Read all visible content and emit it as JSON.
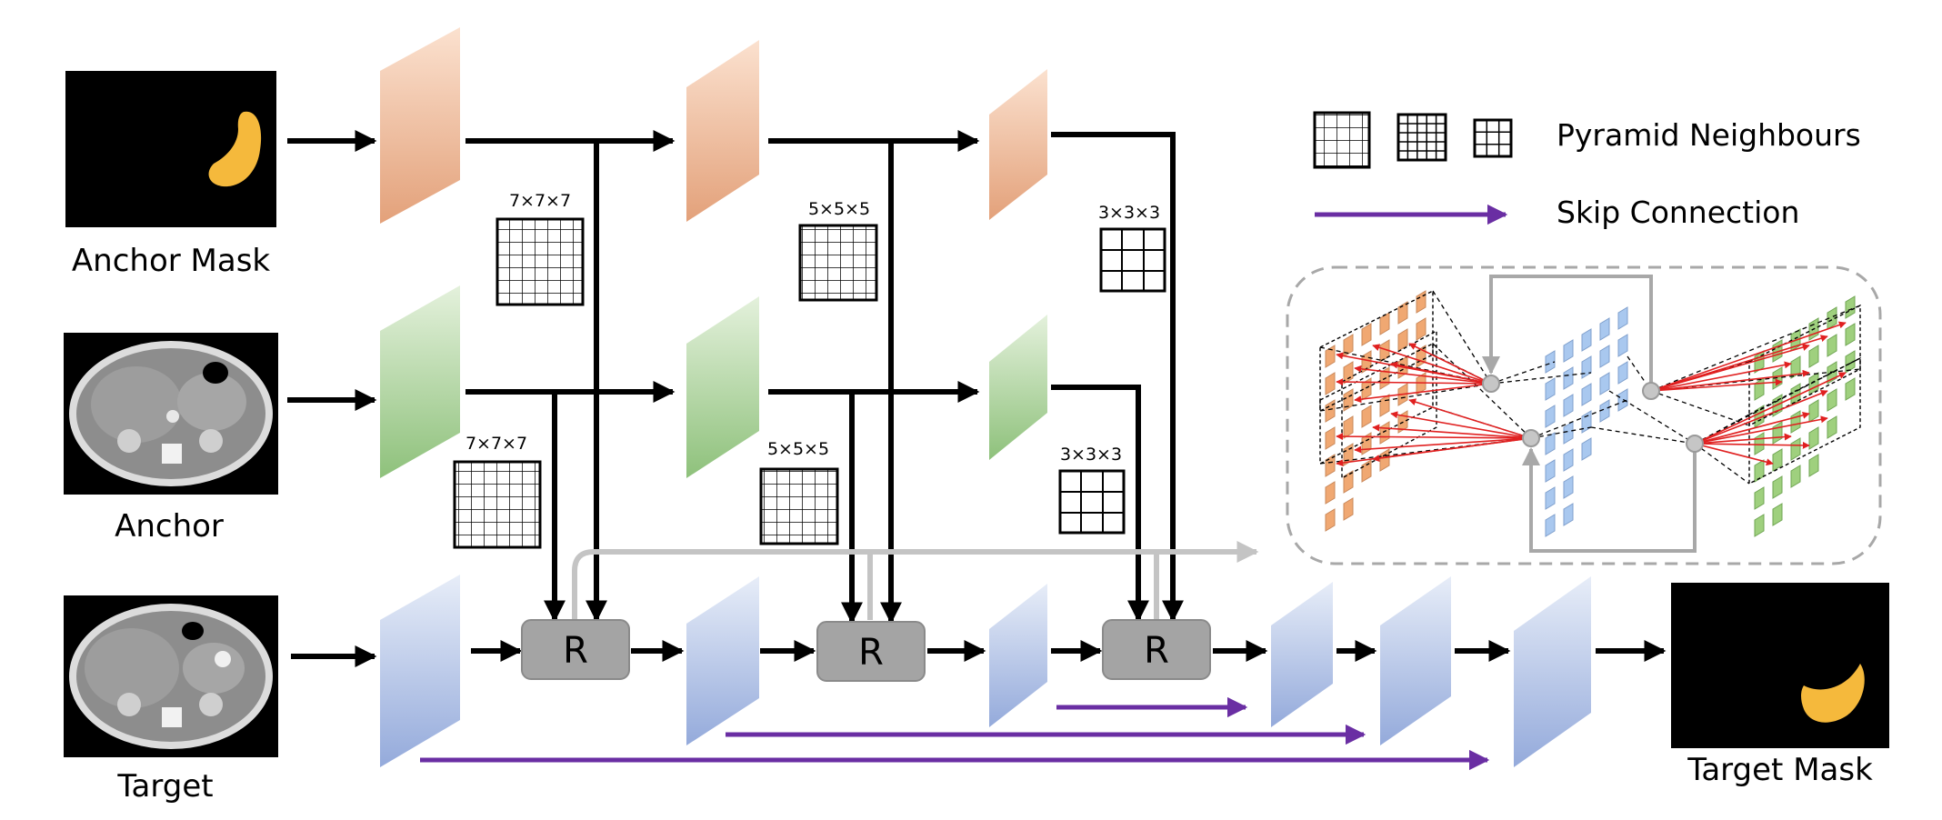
{
  "images": {
    "anchor_mask": {
      "label": "Anchor Mask"
    },
    "anchor": {
      "label": "Anchor"
    },
    "target": {
      "label": "Target"
    },
    "target_mask": {
      "label": "Target Mask"
    }
  },
  "neighbourhoods": {
    "mask_level1": "7×7×7",
    "mask_level2": "5×5×5",
    "mask_level3": "3×3×3",
    "anchor_level1": "7×7×7",
    "anchor_level2": "5×5×5",
    "anchor_level3": "3×3×3"
  },
  "blocks": {
    "r1": "R",
    "r2": "R",
    "r3": "R"
  },
  "legend": {
    "pyramid": "Pyramid Neighbours",
    "skip": "Skip Connection"
  },
  "colors": {
    "mask_feature": "#e9b08c",
    "anchor_feature": "#9cc98a",
    "target_feature": "#a6b8dc",
    "skip": "#6a2ea3",
    "r_block": "#a4a4a4",
    "gray_flow": "#c4c4c4"
  }
}
